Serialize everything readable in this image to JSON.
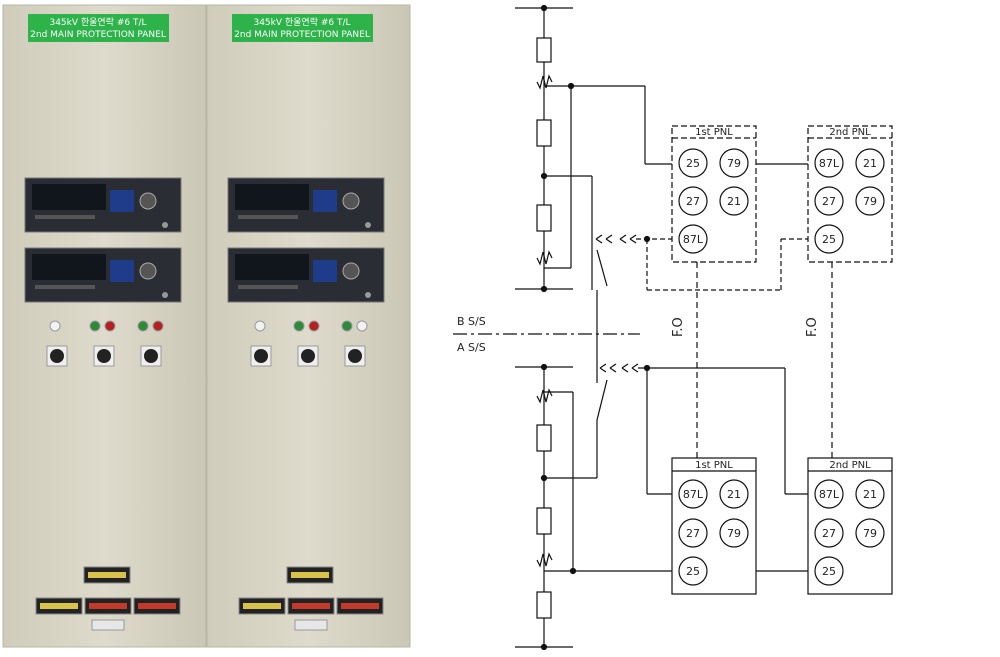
{
  "panels": [
    {
      "plate_line1": "345kV 한울연락 #6 T/L",
      "plate_line2": "2nd MAIN PROTECTION PANEL"
    },
    {
      "plate_line1": "345kV 한울연락 #6 T/L",
      "plate_line2": "2nd MAIN PROTECTION PANEL"
    }
  ],
  "colors": {
    "cabinet": "#d9d6c6",
    "nameplate": "#2db34a",
    "relay": "#2a2d33",
    "line": "#111111",
    "dash": "#333333"
  },
  "diagram": {
    "bus_b_label": "B S/S",
    "bus_a_label": "A S/S",
    "fiber_label_1": "F.O",
    "fiber_label_2": "F.O",
    "top_1st": {
      "title": "1st PNL",
      "relays": [
        "25",
        "79",
        "27",
        "21",
        "87L"
      ]
    },
    "top_2nd": {
      "title": "2nd PNL",
      "relays": [
        "87L",
        "21",
        "27",
        "79",
        "25"
      ]
    },
    "bot_1st": {
      "title": "1st PNL",
      "relays": [
        "87L",
        "21",
        "27",
        "79",
        "25"
      ]
    },
    "bot_2nd": {
      "title": "2nd PNL",
      "relays": [
        "87L",
        "21",
        "27",
        "79",
        "25"
      ]
    }
  }
}
